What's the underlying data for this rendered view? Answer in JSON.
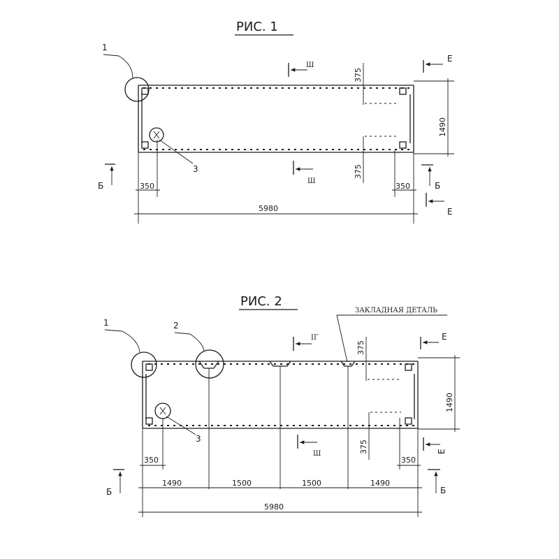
{
  "fig1": {
    "title": "РИС. 1",
    "callouts": {
      "c1": "1",
      "c3": "3"
    },
    "sections": {
      "top": "Ш",
      "bottom": "Ш"
    },
    "markers": {
      "b_left": "Б",
      "b_right": "Б",
      "e_top": "Е",
      "e_bottom": "Е"
    },
    "dims": {
      "d375_top": "375",
      "d375_bottom": "375",
      "height": "1490",
      "left_offset": "350",
      "right_offset": "350",
      "length": "5980"
    }
  },
  "fig2": {
    "title": "РИС. 2",
    "callouts": {
      "c1": "1",
      "c2": "2",
      "c3": "3"
    },
    "sections": {
      "top": "IГ",
      "bottom": "Ш"
    },
    "annotation": "ЗАКЛАДНАЯ ДЕТАЛЬ",
    "markers": {
      "b_left": "Б",
      "b_right": "Б",
      "e_top": "Е",
      "e_bottom": "Е"
    },
    "dims": {
      "d375_top": "375",
      "d375_bottom": "375",
      "height": "1490",
      "left_offset": "350",
      "right_offset": "350",
      "seg1": "1490",
      "seg2": "1500",
      "seg3": "1500",
      "seg4": "1490",
      "length": "5980"
    }
  }
}
